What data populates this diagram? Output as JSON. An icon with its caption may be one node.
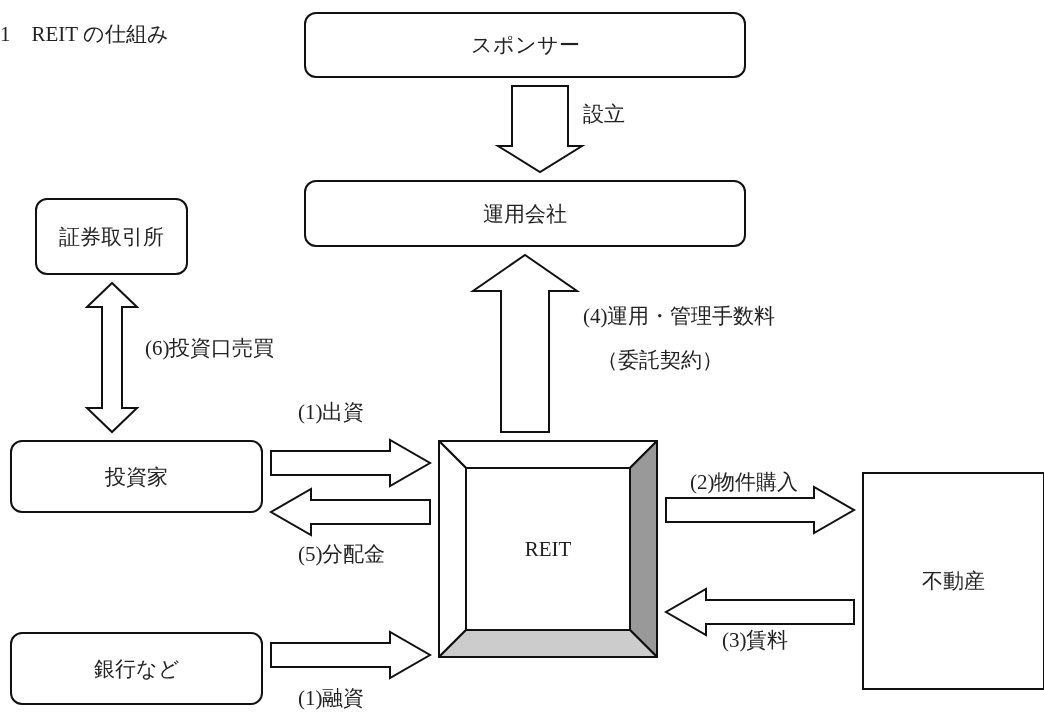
{
  "diagram": {
    "title": "1　REIT の仕組み",
    "nodes": [
      {
        "text": [
          "スポンサー"
        ]
      },
      {
        "text": [
          "運用会社"
        ]
      },
      {
        "text": [
          "証券取引所"
        ]
      },
      {
        "text": [
          "投資家"
        ]
      },
      {
        "text": [
          "REIT"
        ]
      },
      {
        "text": [
          "不動産"
        ]
      },
      {
        "text": [
          "銀行など"
        ]
      }
    ],
    "edges": [
      {
        "from": 0,
        "to": 1,
        "arrow": "to",
        "label": "設立"
      },
      {
        "from": 4,
        "to": 1,
        "arrow": "to",
        "label": "(4)運用・管理手数料"
      },
      {
        "from": 2,
        "to": 3,
        "arrow": "both",
        "label": "(6)投資口売買"
      },
      {
        "from": 3,
        "to": 4,
        "arrow": "to",
        "label": "(1)出資"
      },
      {
        "from": 4,
        "to": 3,
        "arrow": "to",
        "label": "(5)分配金"
      },
      {
        "from": 4,
        "to": 5,
        "arrow": "to",
        "label": "(2)物件購入"
      },
      {
        "from": 5,
        "to": 4,
        "arrow": "to",
        "label": "(3)賃料"
      },
      {
        "from": 6,
        "to": 4,
        "arrow": "to",
        "label": "(1)融資"
      }
    ],
    "labels": [
      "（委託契約）"
    ]
  }
}
